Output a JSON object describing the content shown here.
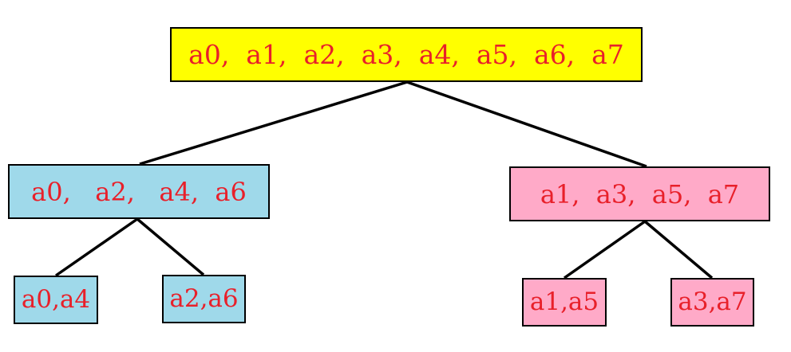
{
  "colors": {
    "root_fill": "#ffff00",
    "even_fill": "#9fd9ea",
    "odd_fill": "#ffaac8",
    "text": "#e8202a",
    "edge": "#000000"
  },
  "nodes": {
    "root": "a0,  a1,  a2,  a3,  a4,  a5,  a6,  a7",
    "left": "a0,   a2,   a4,  a6",
    "right": "a1,  a3,  a5,  a7",
    "left_left": "a0,a4",
    "left_right": "a2,a6",
    "right_left": "a1,a5",
    "right_right": "a3,a7"
  }
}
